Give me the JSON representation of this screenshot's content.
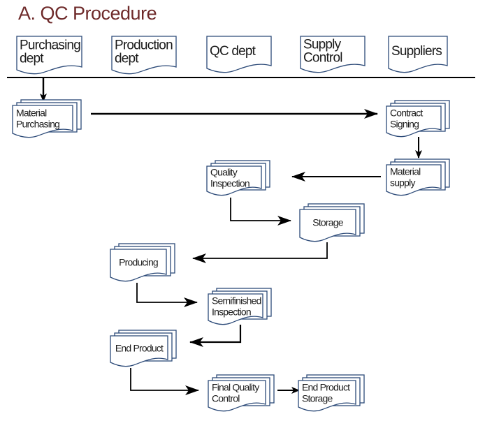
{
  "title": "A. QC Procedure",
  "lanes": [
    {
      "id": "purchasing",
      "lines": [
        "Purchasing",
        "dept"
      ]
    },
    {
      "id": "production",
      "lines": [
        "Production",
        "dept"
      ]
    },
    {
      "id": "qc",
      "lines": [
        "QC dept"
      ]
    },
    {
      "id": "supply-control",
      "lines": [
        "Supply",
        "Control"
      ]
    },
    {
      "id": "suppliers",
      "lines": [
        "Suppliers"
      ]
    }
  ],
  "steps": [
    {
      "id": "material-purchasing",
      "lines": [
        "Material",
        "Purchasing"
      ]
    },
    {
      "id": "contract-signing",
      "lines": [
        "Contract",
        "Signing"
      ]
    },
    {
      "id": "material-supply",
      "lines": [
        "Material",
        "supply"
      ]
    },
    {
      "id": "quality-inspection",
      "lines": [
        "Quality",
        "Inspection"
      ]
    },
    {
      "id": "storage",
      "lines": [
        "Storage"
      ]
    },
    {
      "id": "producing",
      "lines": [
        "Producing"
      ]
    },
    {
      "id": "semifinished-inspection",
      "lines": [
        "Semifinished",
        "Inspection"
      ]
    },
    {
      "id": "end-product",
      "lines": [
        "End Product"
      ]
    },
    {
      "id": "final-quality-control",
      "lines": [
        "Final Quality",
        "Control"
      ]
    },
    {
      "id": "end-product-storage",
      "lines": [
        "End Product",
        "Storage"
      ]
    }
  ],
  "flows": [
    {
      "from": "purchasing",
      "to": "material-purchasing"
    },
    {
      "from": "material-purchasing",
      "to": "contract-signing"
    },
    {
      "from": "contract-signing",
      "to": "material-supply"
    },
    {
      "from": "material-supply",
      "to": "quality-inspection"
    },
    {
      "from": "quality-inspection",
      "to": "storage"
    },
    {
      "from": "storage",
      "to": "producing"
    },
    {
      "from": "producing",
      "to": "semifinished-inspection"
    },
    {
      "from": "semifinished-inspection",
      "to": "end-product"
    },
    {
      "from": "end-product",
      "to": "final-quality-control"
    },
    {
      "from": "final-quality-control",
      "to": "end-product-storage"
    }
  ],
  "colors": {
    "title": "#6e2a2a",
    "border": "#2c4a78",
    "line": "#000000"
  }
}
